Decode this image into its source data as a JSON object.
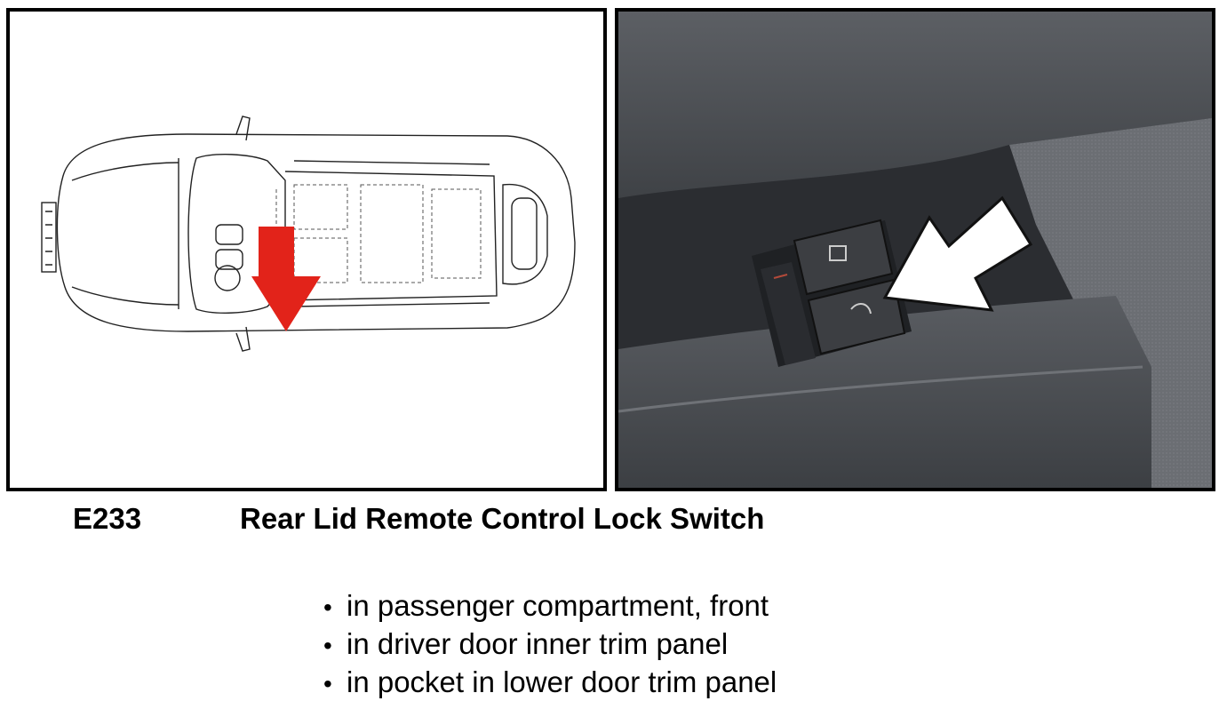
{
  "caption": {
    "code": "E233",
    "title": "Rear Lid Remote Control Lock Switch"
  },
  "locations": [
    "in passenger compartment, front",
    "in driver door inner trim panel",
    "in pocket in lower door trim panel"
  ],
  "colors": {
    "arrow_red": "#e2231a",
    "trim_dark": "#4a4d52",
    "switch_body": "#3c3e42"
  },
  "icons": {
    "location_arrow": "red-down-arrow",
    "photo_pointer": "white-pointer-arrow"
  }
}
